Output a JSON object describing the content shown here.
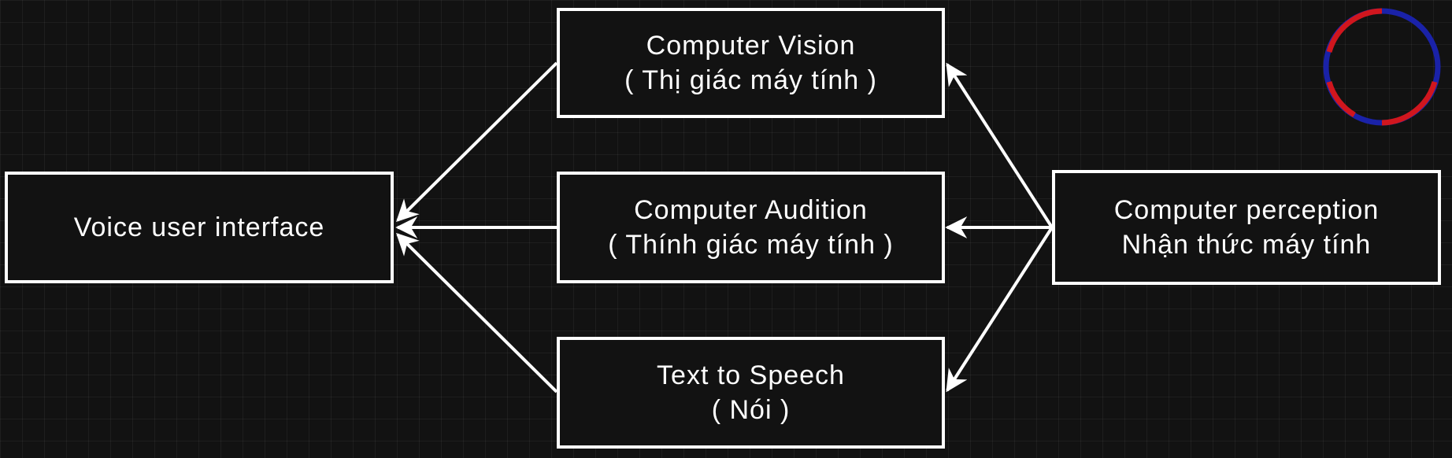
{
  "nodes": {
    "voice_ui": {
      "line1": "Voice user interface"
    },
    "vision": {
      "line1": "Computer Vision",
      "line2": "( Thị giác máy tính )"
    },
    "audition": {
      "line1": "Computer Audition",
      "line2": "( Thính giác máy tính )"
    },
    "tts": {
      "line1": "Text to Speech",
      "line2": "( Nói )"
    },
    "perception": {
      "line1": "Computer perception",
      "line2": "Nhận thức máy tính"
    }
  },
  "edges": [
    {
      "from": "vision",
      "to": "voice_ui"
    },
    {
      "from": "audition",
      "to": "voice_ui"
    },
    {
      "from": "tts",
      "to": "voice_ui"
    },
    {
      "from": "perception",
      "to": "vision"
    },
    {
      "from": "perception",
      "to": "audition"
    },
    {
      "from": "perception",
      "to": "tts"
    }
  ],
  "colors": {
    "background": "#121212",
    "stroke": "#ffffff",
    "badge_red": "#d0161e",
    "badge_blue": "#1a22a8"
  }
}
